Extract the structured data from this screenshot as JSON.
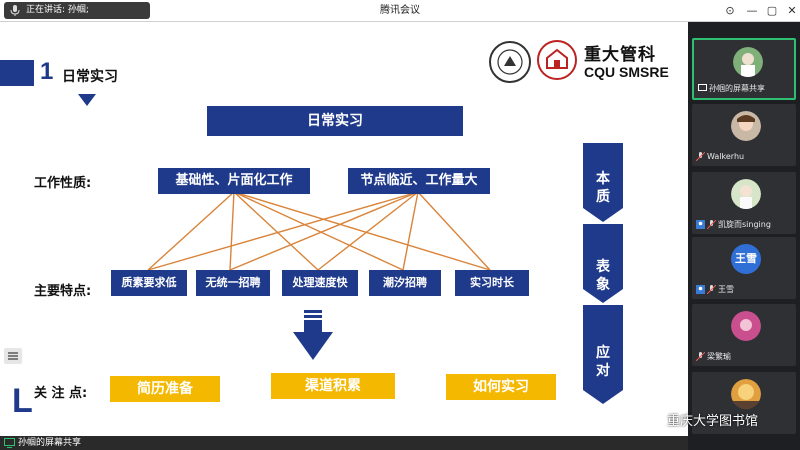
{
  "titlebar": {
    "speaker_text": "正在讲话: 孙帼;",
    "app_title": "腾讯会议",
    "pin_icon": "pin-icon",
    "minimize_icon": "minimize-icon",
    "maximize_icon": "maximize-icon",
    "close_icon": "close-icon"
  },
  "slide": {
    "section_number": "1",
    "section_title": "日常实习",
    "logo_cn": "重大管科",
    "logo_en": "CQU SMSRE",
    "banner": "日常实习",
    "nature_label": "工作性质:",
    "nature_boxes": [
      "基础性、片面化工作",
      "节点临近、工作量大"
    ],
    "features_label": "主要特点:",
    "features": [
      "质素要求低",
      "无统一招聘",
      "处理速度快",
      "潮汐招聘",
      "实习时长"
    ],
    "focus_label": "关 注 点:",
    "focus_items": [
      "简历准备",
      "渠道积累",
      "如何实习"
    ],
    "side_labels": [
      [
        "本",
        "质"
      ],
      [
        "表",
        "象"
      ],
      [
        "应",
        "对"
      ]
    ],
    "colors": {
      "navy": "#1f3a8a",
      "orange": "#d9843a",
      "yellow": "#f5b800"
    }
  },
  "share_bar": {
    "label": "孙帼的屏幕共享"
  },
  "participants": [
    {
      "name": "孙帼的屏幕共享",
      "active": true
    },
    {
      "name": "Walkerhu",
      "active": false
    },
    {
      "name": "凯旋而singing",
      "active": false
    },
    {
      "name": "王雪",
      "active": false,
      "initials": "王雪"
    },
    {
      "name": "梁繁瑜",
      "active": false
    },
    {
      "name": "",
      "active": false
    }
  ],
  "watermark": "重庆大学图书馆"
}
